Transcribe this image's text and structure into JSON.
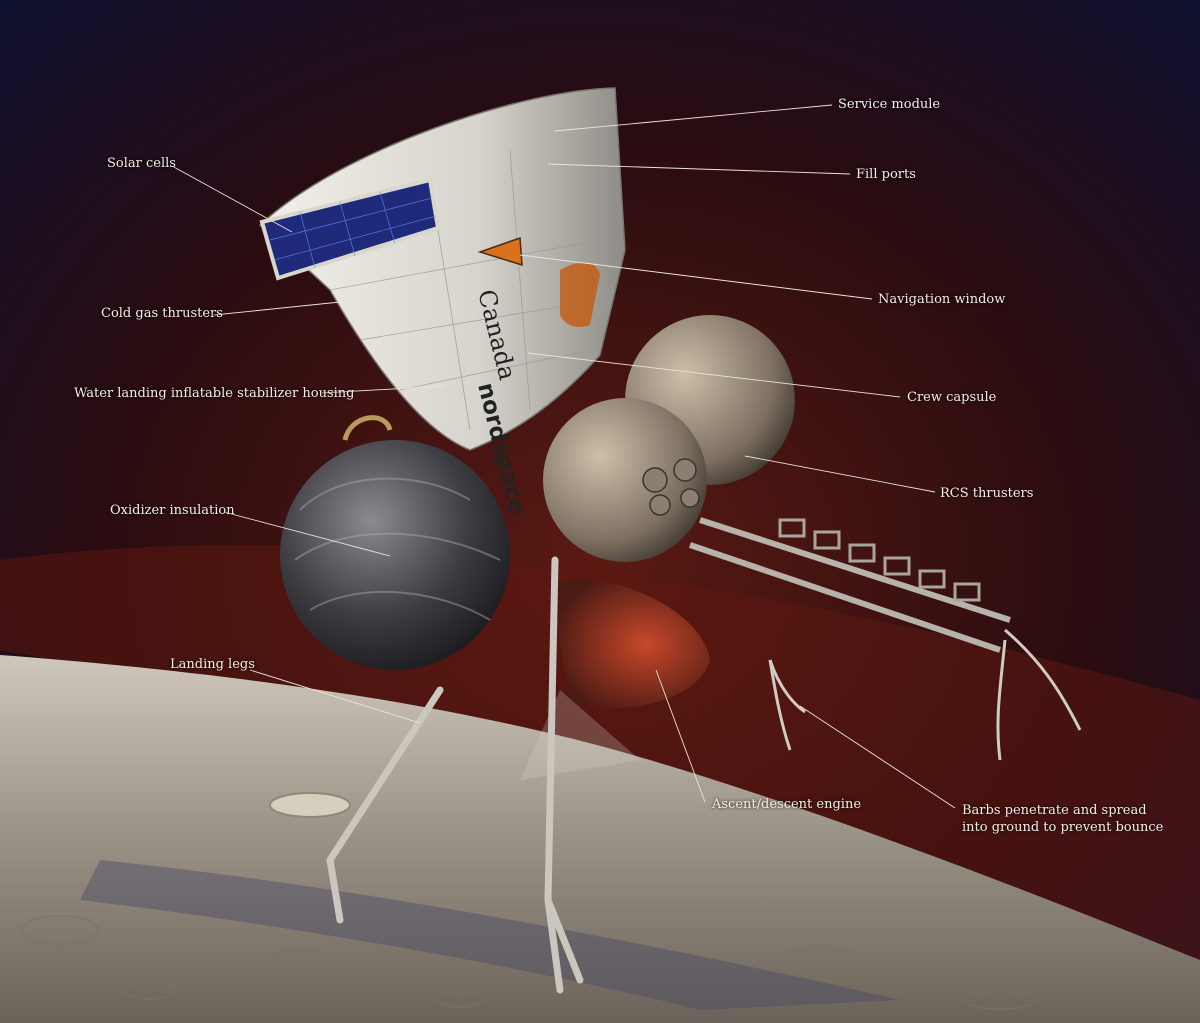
{
  "diagram": {
    "colors": {
      "sky_top": "#0d1030",
      "sky_red": "#4a1210",
      "surface": "#b9b0a3",
      "hull": "#dcdad2",
      "tank_dark": "#3a3a3e",
      "tank_light": "#b7aa97",
      "leader": "#e9e4da",
      "label_text": "#f2efe6"
    },
    "hull_markings": {
      "country": "Canada",
      "company": "nordspace"
    },
    "labels": {
      "service_module": "Service module",
      "fill_ports": "Fill ports",
      "solar_cells": "Solar cells",
      "navigation_window": "Navigation window",
      "cold_gas_thrusters": "Cold gas thrusters",
      "water_landing": "Water landing inflatable stabilizer housing",
      "crew_capsule": "Crew capsule",
      "oxidizer_insulation": "Oxidizer insulation",
      "rcs_thrusters": "RCS thrusters",
      "landing_legs": "Landing legs",
      "ascent_descent_engine": "Ascent/descent engine",
      "barbs_line1": "Barbs penetrate and spread",
      "barbs_line2": "into ground to prevent bounce"
    }
  }
}
